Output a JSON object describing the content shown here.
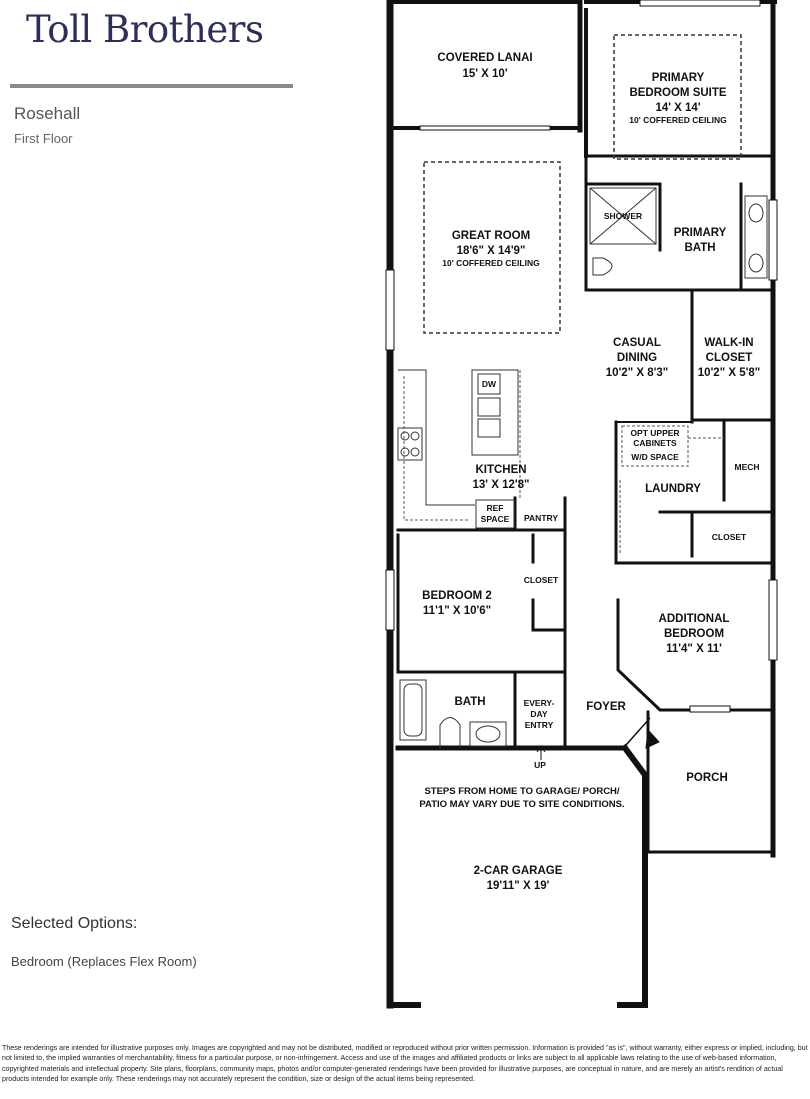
{
  "header": {
    "brand": "Toll Brothers",
    "model_name": "Rosehall",
    "floor_label": "First Floor"
  },
  "options": {
    "title": "Selected Options:",
    "items": [
      "Bedroom (Replaces Flex Room)"
    ]
  },
  "rooms": {
    "covered_lanai": {
      "name": "COVERED LANAI",
      "dims": "15' X 10'"
    },
    "primary_suite": {
      "name1": "PRIMARY",
      "name2": "BEDROOM SUITE",
      "dims": "14' X 14'",
      "note": "10' COFFERED CEILING"
    },
    "shower": {
      "name": "SHOWER"
    },
    "primary_bath": {
      "name1": "PRIMARY",
      "name2": "BATH"
    },
    "great_room": {
      "name": "GREAT ROOM",
      "dims": "18'6\" X 14'9\"",
      "note": "10' COFFERED CEILING"
    },
    "casual_dining": {
      "name1": "CASUAL",
      "name2": "DINING",
      "dims": "10'2\" X 8'3\""
    },
    "walk_in_closet": {
      "name1": "WALK-IN",
      "name2": "CLOSET",
      "dims": "10'2\" X 5'8\""
    },
    "dw": {
      "name": "DW"
    },
    "opt_upper": {
      "line1": "OPT UPPER",
      "line2": "CABINETS",
      "line3": "W/D SPACE"
    },
    "mech": {
      "name": "MECH"
    },
    "laundry": {
      "name": "LAUNDRY"
    },
    "kitchen": {
      "name": "KITCHEN",
      "dims": "13' X 12'8\""
    },
    "ref_space": {
      "line1": "REF",
      "line2": "SPACE"
    },
    "pantry": {
      "name": "PANTRY"
    },
    "closet_right": {
      "name": "CLOSET"
    },
    "bedroom2": {
      "name": "BEDROOM 2",
      "dims": "11'1\" X 10'6\""
    },
    "closet_b2": {
      "name": "CLOSET"
    },
    "additional_bedroom": {
      "name1": "ADDITIONAL",
      "name2": "BEDROOM",
      "dims": "11'4\" X 11'"
    },
    "bath": {
      "name": "BATH"
    },
    "everyday_entry": {
      "line1": "EVERY-",
      "line2": "DAY",
      "line3": "ENTRY"
    },
    "foyer": {
      "name": "FOYER"
    },
    "up": {
      "name": "UP"
    },
    "porch": {
      "name": "PORCH"
    },
    "garage_note": {
      "line1": "STEPS FROM HOME TO GARAGE/ PORCH/",
      "line2": "PATIO MAY VARY DUE TO SITE CONDITIONS."
    },
    "garage": {
      "name": "2-CAR GARAGE",
      "dims": "19'11\" X 19'"
    }
  },
  "disclaimer": "These renderings are intended for illustrative purposes only. Images are copyrighted and may not be distributed, modified or reproduced without prior written permission. Information is provided \"as is\", without warranty, either express or implied, including, but not limited to, the implied warranties of merchantability, fitness for a particular purpose, or non-infringement. Access and use of the images and affiliated products or links are subject to all applicable laws relating to the use of web-based information, copyrighted materials and intellectual property. Site plans, floorplans, community maps, photos and/or computer-generated renderings have been provided for illustrative purposes, are conceptual in nature, and are merely an artist's rendition of actual products intended for example only. These renderings may not accurately represent the condition, size or design of the actual items being represented."
}
